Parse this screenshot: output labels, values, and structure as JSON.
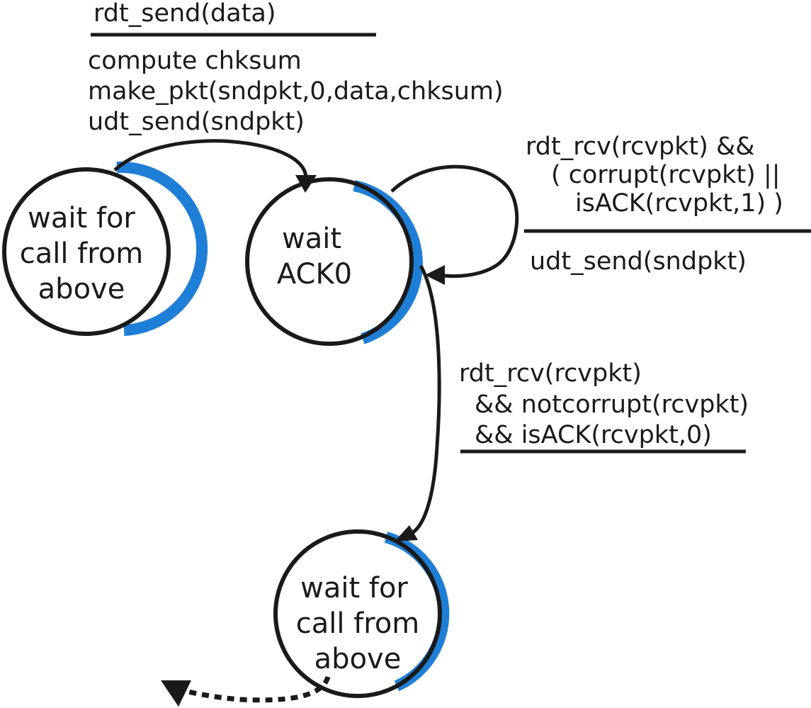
{
  "colors": {
    "ink": "#1a1a1a",
    "shading": "#1f7fd6",
    "background": "#ffffff"
  },
  "states": {
    "wait_call_left": [
      "wait for",
      "call from",
      "above"
    ],
    "wait_ack0": [
      "wait",
      "ACK0"
    ],
    "wait_call_bottom": [
      "wait for",
      "call from",
      "above"
    ]
  },
  "transitions": {
    "send": {
      "event": "rdt_send(data)",
      "actions": [
        "compute chksum",
        "make_pkt(sndpkt,0,data,chksum)",
        "udt_send(sndpkt)"
      ]
    },
    "resend": {
      "event": [
        "rdt_rcv(rcvpkt) &&",
        "( corrupt(rcvpkt) ||",
        "isACK(rcvpkt,1) )"
      ],
      "action": "udt_send(sndpkt)"
    },
    "ack": {
      "event": [
        "rdt_rcv(rcvpkt)",
        "&& notcorrupt(rcvpkt)",
        "&& isACK(rcvpkt,0)"
      ]
    }
  }
}
